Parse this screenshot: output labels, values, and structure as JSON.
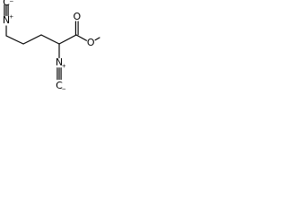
{
  "structure": {
    "atoms": {
      "c_isocyanide_top": "C",
      "c_isocyanide_top_charge": "−",
      "n_isocyanide_top": "N",
      "n_isocyanide_top_charge": "+",
      "ester_o_carbonyl": "O",
      "ester_o_methoxy": "O",
      "n_isocyanide_bottom": "N",
      "n_isocyanide_bottom_charge": "+",
      "c_isocyanide_bottom": "C",
      "c_isocyanide_bottom_charge": "−"
    }
  },
  "colors": {
    "bond": "#000000",
    "text": "#000000",
    "background": "#ffffff"
  }
}
